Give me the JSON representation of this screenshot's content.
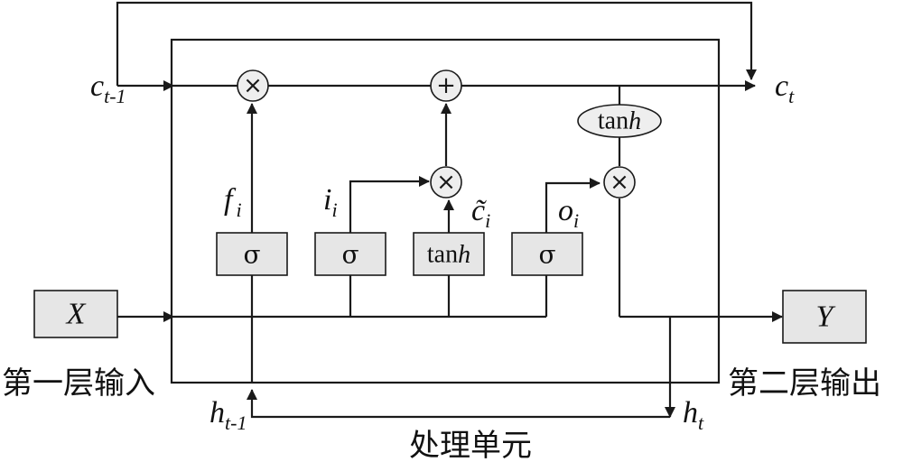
{
  "diagram": {
    "cell_label": "处理单元",
    "input_caption": "第一层输入",
    "output_caption": "第二层输出",
    "input_box": "X",
    "output_box": "Y",
    "gates": {
      "forget": "σ",
      "input": "σ",
      "candidate": "tanh",
      "output": "σ"
    },
    "output_tanh": "tanh",
    "ops": {
      "forget_mul": "×",
      "add": "+",
      "input_mul": "×",
      "output_mul": "×"
    },
    "signals": {
      "c_prev": {
        "base": "c",
        "sub": "t-1"
      },
      "c_next": {
        "base": "c",
        "sub": "t"
      },
      "h_prev": {
        "base": "h",
        "sub": "t-1"
      },
      "h_next": {
        "base": "h",
        "sub": "t"
      },
      "f": {
        "base": "f",
        "sub": "i"
      },
      "i": {
        "base": "i",
        "sub": "i"
      },
      "c_tilde": {
        "base": "c̃",
        "sub": "i"
      },
      "o": {
        "base": "o",
        "sub": "i"
      }
    }
  }
}
